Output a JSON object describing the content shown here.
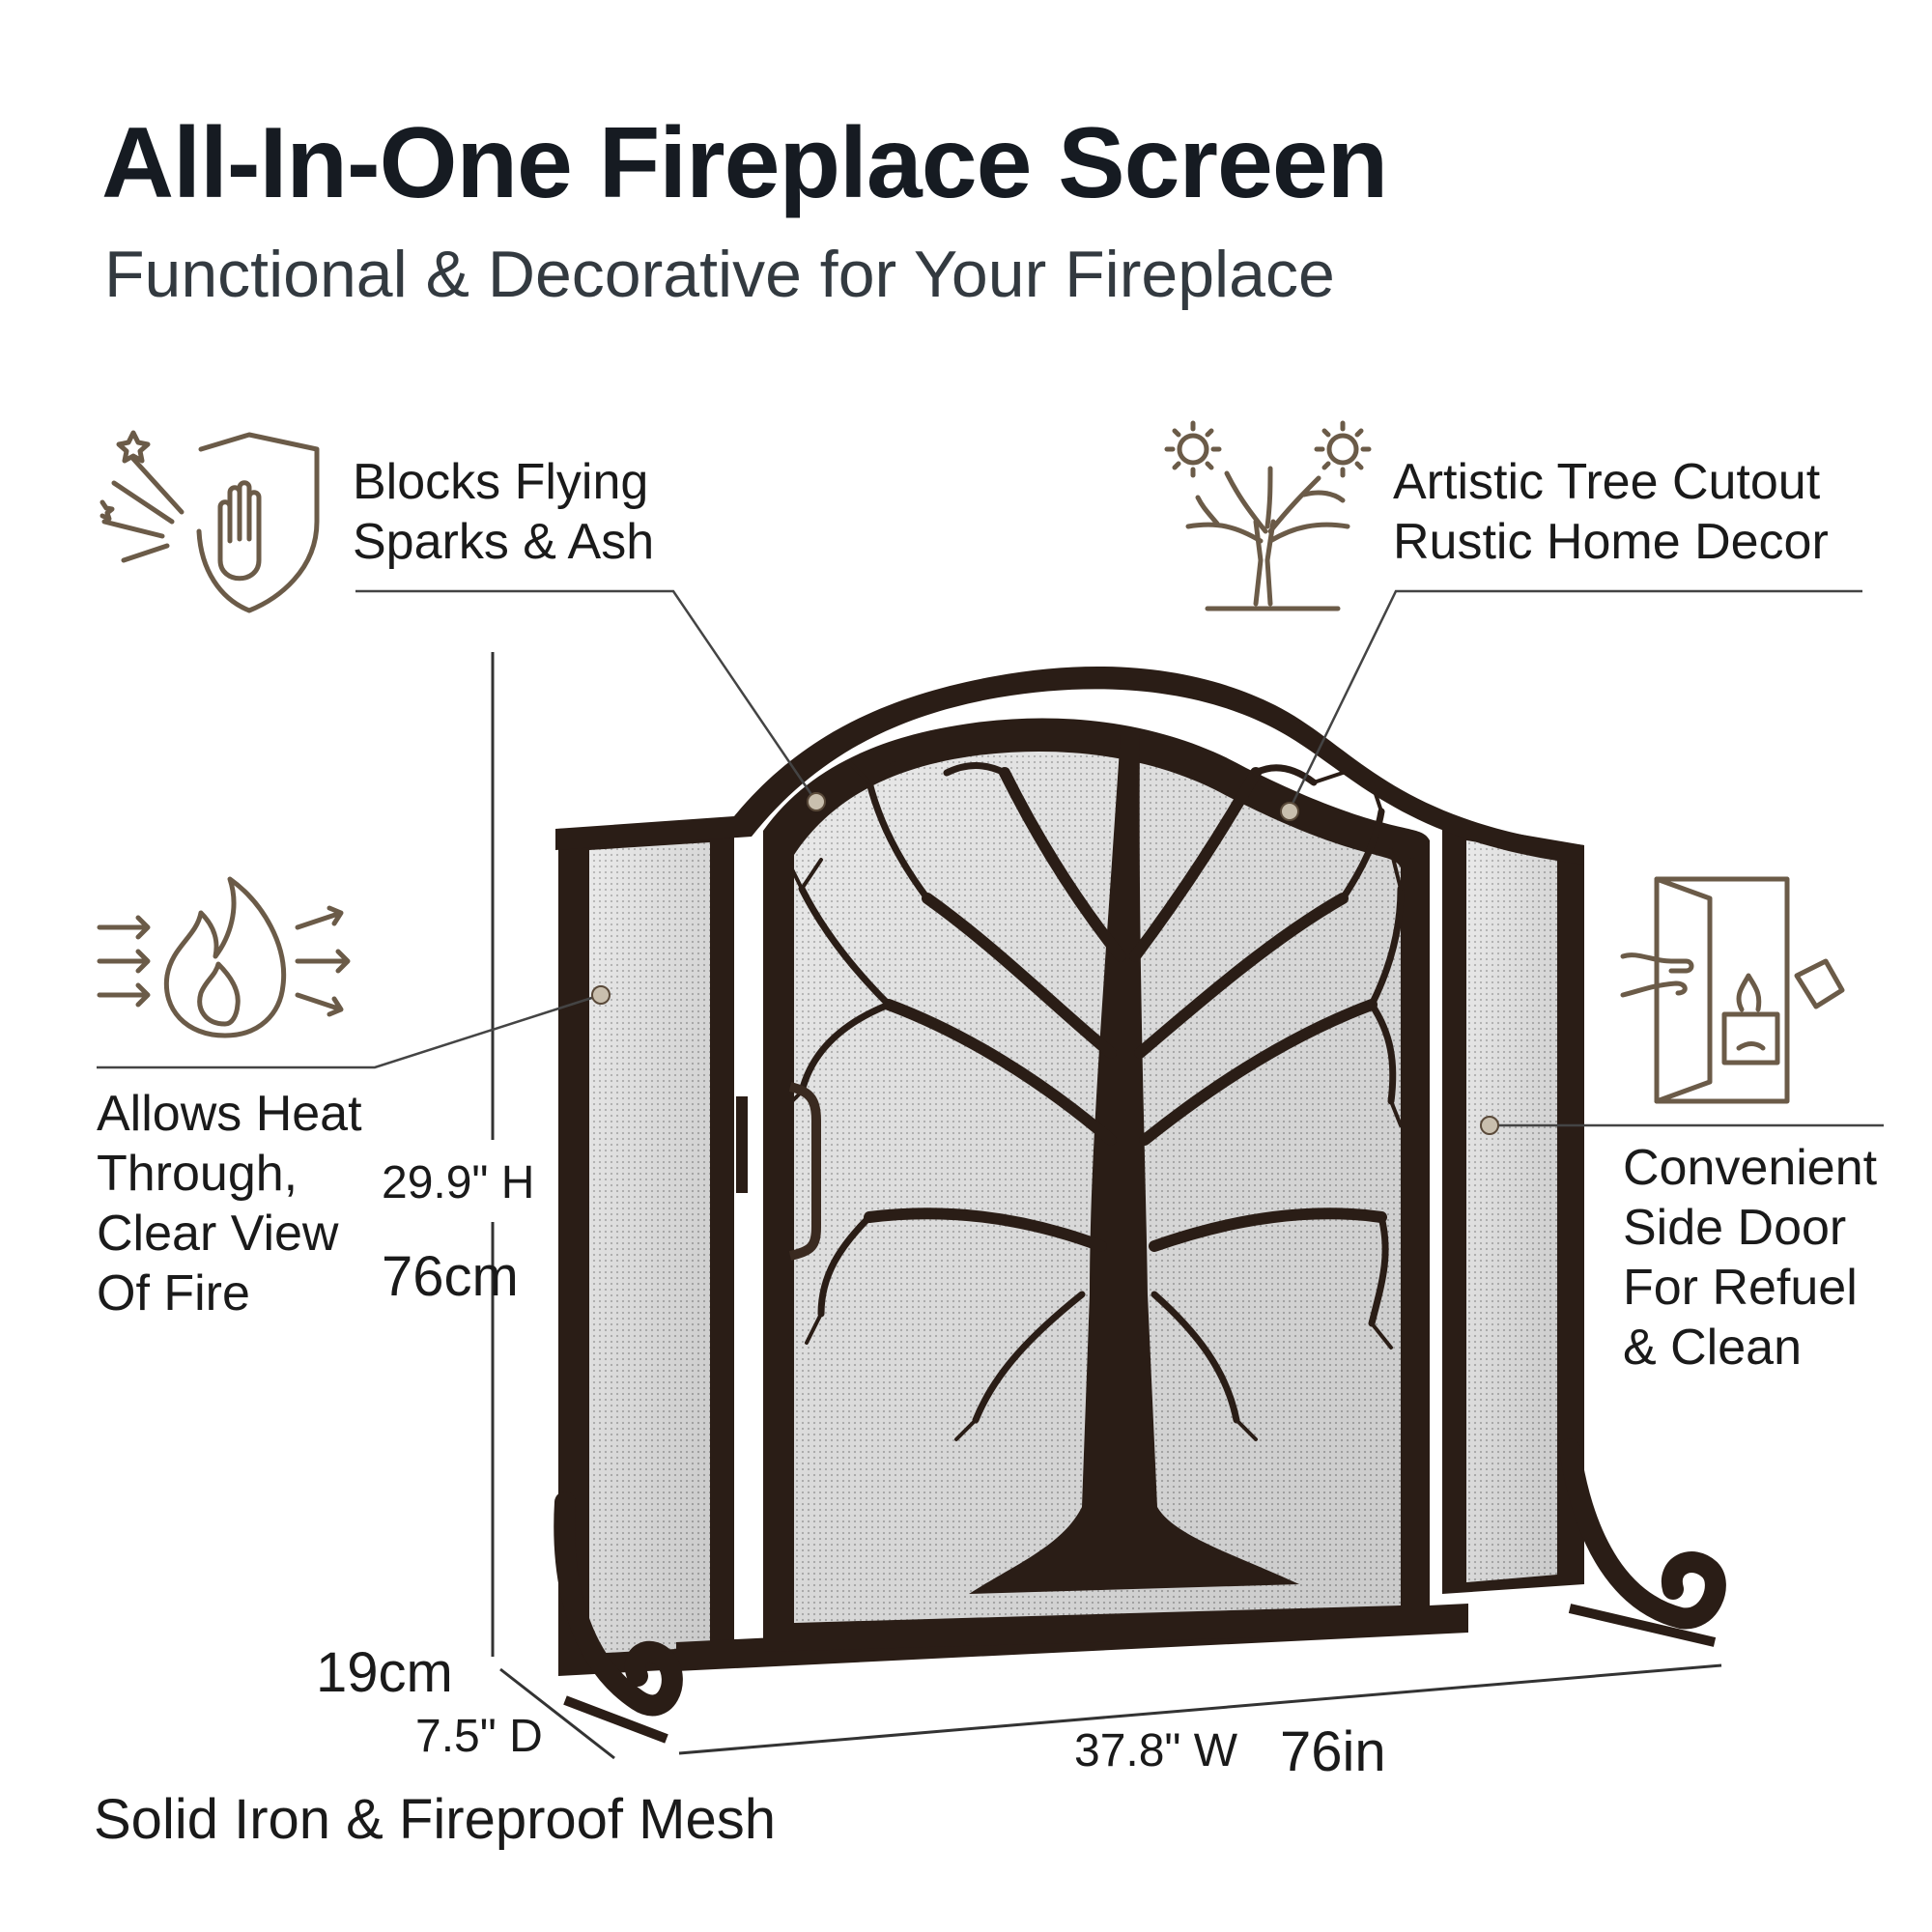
{
  "header": {
    "title": "All-In-One Fireplace Screen",
    "subtitle": "Functional & Decorative for Your Fireplace"
  },
  "features": {
    "sparks": {
      "lines": [
        "Blocks Flying",
        "Sparks & Ash"
      ],
      "icon": "spark-shield-hand-icon"
    },
    "tree": {
      "lines": [
        "Artistic Tree Cutout",
        "Rustic Home Decor"
      ],
      "icon": "tree-sun-icon"
    },
    "heat": {
      "lines": [
        "Allows Heat",
        "Through,",
        "Clear View",
        "Of Fire"
      ],
      "icon": "flame-heat-arrows-icon"
    },
    "door": {
      "lines": [
        "Convenient",
        "Side Door",
        "For Refuel",
        "& Clean"
      ],
      "icon": "open-door-fireplace-icon"
    }
  },
  "dimensions": {
    "height_in": "29.9\" H",
    "height_cm": "76cm",
    "depth_cm": "19cm",
    "depth_in": "7.5\" D",
    "width_in": "37.8\" W",
    "width_cm": "76in"
  },
  "material": "Solid Iron & Fireproof Mesh",
  "colors": {
    "frame": "#2a1d16",
    "mesh": "#d9d9d9",
    "icon": "#6b5b48",
    "text": "#1a1a1a",
    "leader": "#444444"
  }
}
